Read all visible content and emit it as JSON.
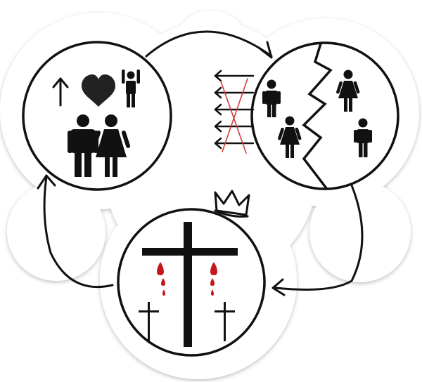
{
  "diagram": {
    "nodes": [
      {
        "id": "creation",
        "icons": [
          "up-arrow-icon",
          "heart-icon",
          "raised-arms-figure-icon",
          "man-icon",
          "woman-icon"
        ]
      },
      {
        "id": "separation",
        "icons": [
          "crossed-out-arrows-icon",
          "jagged-divide-line-icon",
          "man-icon",
          "woman-icon",
          "woman-icon",
          "man-icon"
        ]
      },
      {
        "id": "cross",
        "icons": [
          "crown-icon",
          "large-cross-icon",
          "blood-drops-icon",
          "small-cross-icon",
          "small-cross-icon"
        ]
      }
    ],
    "edges": [
      {
        "from": "creation",
        "to": "separation",
        "style": "curved-arrow"
      },
      {
        "from": "separation",
        "to": "cross",
        "style": "curved-arrow"
      },
      {
        "from": "cross",
        "to": "creation",
        "style": "curved-arrow"
      }
    ]
  },
  "colors": {
    "sticker_background": "#ffffff",
    "ink": "#111111",
    "heart": "#222222",
    "blood": "#c4161c",
    "cross_out": "#d23a3a"
  }
}
